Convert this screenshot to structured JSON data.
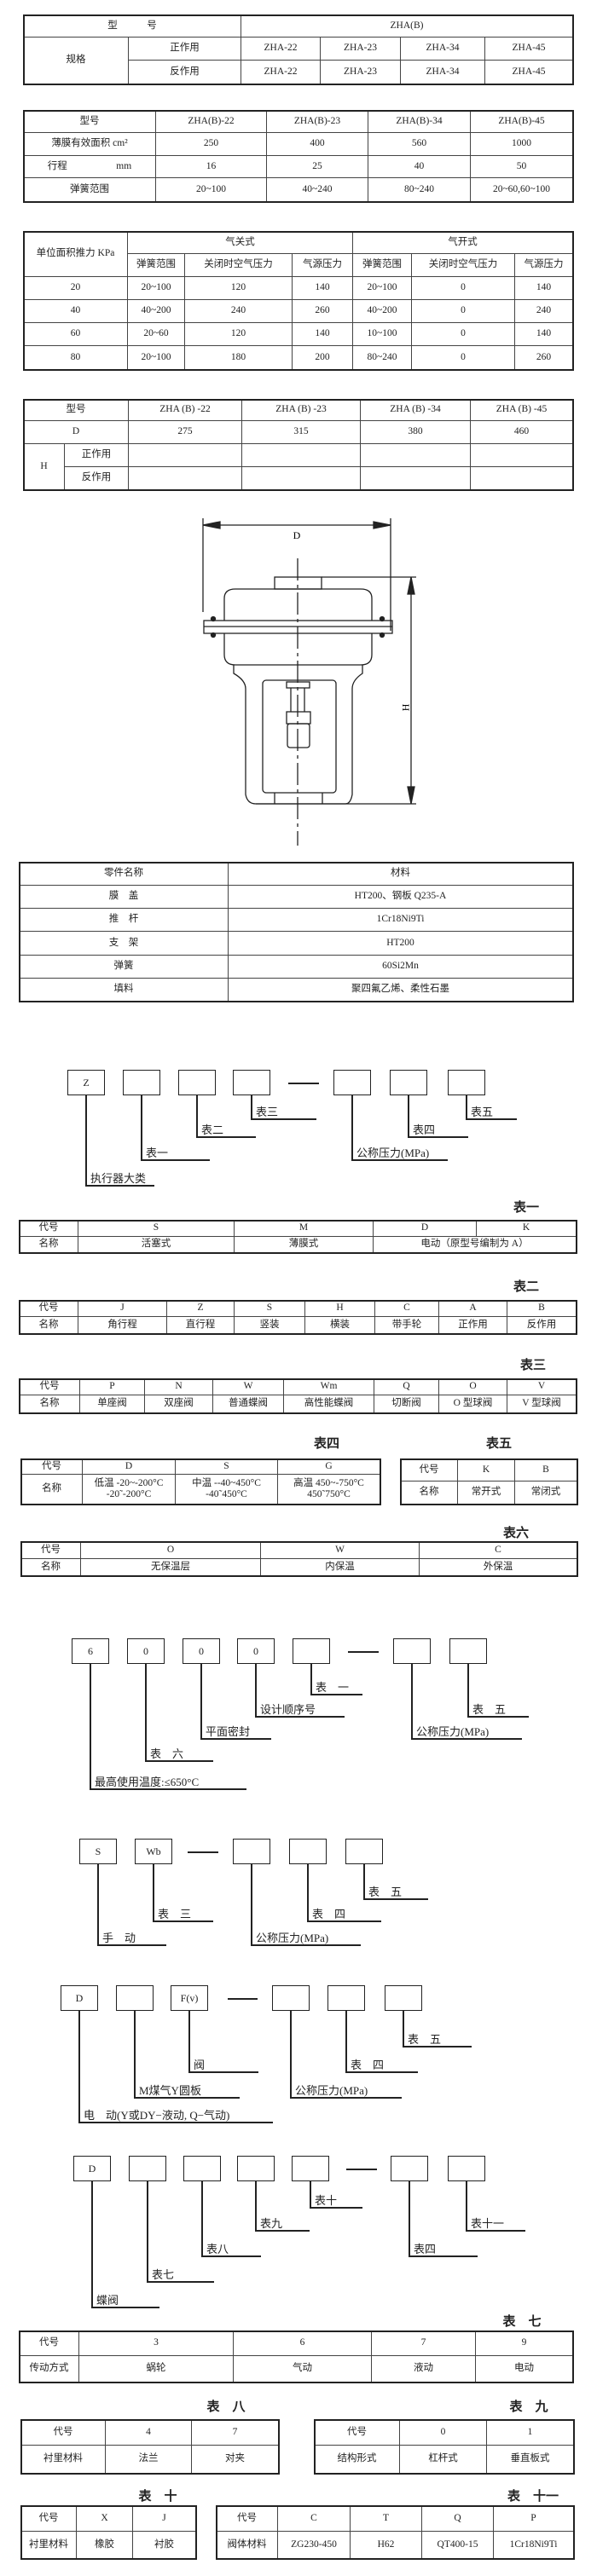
{
  "spec_table": {
    "h_model": "型　　　号",
    "h_series": "ZHA(B)",
    "spec": "规格",
    "direct": "正作用",
    "reverse": "反作用",
    "direct_models": [
      "ZHA-22",
      "ZHA-23",
      "ZHA-34",
      "ZHA-45"
    ],
    "reverse_models": [
      "ZHA-22",
      "ZHA-23",
      "ZHA-34",
      "ZHA-45"
    ]
  },
  "param_table": {
    "header": [
      "型号",
      "ZHA(B)-22",
      "ZHA(B)-23",
      "ZHA(B)-34",
      "ZHA(B)-45"
    ],
    "rows": [
      {
        "label": "薄膜有效面积 cm²",
        "values": [
          "250",
          "400",
          "560",
          "1000"
        ]
      },
      {
        "label": "行程　　　　　mm",
        "values": [
          "16",
          "25",
          "40",
          "50"
        ]
      },
      {
        "label": "弹簧范围",
        "values": [
          "20~100",
          "40~240",
          "80~240",
          "20~60,60~100"
        ]
      }
    ]
  },
  "thrust_table": {
    "h_unit": "单位面积推力 KPa",
    "h_close": "气关式",
    "h_open": "气开式",
    "sub": [
      "弹簧范围",
      "关闭时空气压力",
      "气源压力",
      "弹簧范围",
      "关闭时空气压力",
      "气源压力"
    ],
    "rows": [
      [
        "20",
        "20~100",
        "120",
        "140",
        "20~100",
        "0",
        "140"
      ],
      [
        "40",
        "40~200",
        "240",
        "260",
        "40~200",
        "0",
        "240"
      ],
      [
        "60",
        "20~60",
        "120",
        "140",
        "10~100",
        "0",
        "140"
      ],
      [
        "80",
        "20~100",
        "180",
        "200",
        "80~240",
        "0",
        "260"
      ]
    ]
  },
  "dim_table": {
    "header": [
      "型号",
      "ZHA (B) -22",
      "ZHA (B) -23",
      "ZHA (B) -34",
      "ZHA (B) -45"
    ],
    "d_label": "D",
    "d_values": [
      "275",
      "315",
      "380",
      "460"
    ],
    "h_label": "H",
    "direct": "正作用",
    "reverse": "反作用"
  },
  "drawing": {
    "d": "D",
    "h": "H"
  },
  "material_table": {
    "header": [
      "零件名称",
      "材料"
    ],
    "rows": [
      [
        "膜　盖",
        "HT200、钢板 Q235-A"
      ],
      [
        "推　杆",
        "1Cr18Ni9Ti"
      ],
      [
        "支　架",
        "HT200"
      ],
      [
        "弹簧",
        "60Si2Mn"
      ],
      [
        "填料",
        "聚四氟乙烯、柔性石墨"
      ]
    ]
  },
  "code1": {
    "boxes": [
      "Z",
      "",
      "",
      "",
      "",
      "",
      ""
    ],
    "labels": [
      "执行器大类",
      "表一",
      "表二",
      "表三",
      "公称压力(MPa)",
      "表四",
      "表五"
    ]
  },
  "code2": {
    "boxes": [
      "6",
      "0",
      "0",
      "0",
      "",
      "",
      ""
    ],
    "labels": [
      "最高使用温度:≤650°C",
      "表　六",
      "平面密封",
      "设计顺序号",
      "表　一",
      "公称压力(MPa)",
      "表　五"
    ]
  },
  "code3": {
    "boxes": [
      "S",
      "Wb",
      "",
      "",
      ""
    ],
    "labels": [
      "手　动",
      "表　三",
      "公称压力(MPa)",
      "表　四",
      "表　五"
    ]
  },
  "code4": {
    "boxes": [
      "D",
      "",
      "F(v)",
      "",
      "",
      ""
    ],
    "labels": [
      "电　动(Y或DY−液动, Q−气动)",
      "M煤气Y圆板",
      "阀",
      "公称压力(MPa)",
      "表　四",
      "表　五"
    ]
  },
  "code5": {
    "boxes": [
      "D",
      "",
      "",
      "",
      "",
      "",
      ""
    ],
    "labels": [
      "蝶阀",
      "表七",
      "表八",
      "表九",
      "表十",
      "表四",
      "表十一"
    ]
  },
  "t1": {
    "title": "表一",
    "code_label": "代号",
    "name_label": "名称",
    "codes": [
      "S",
      "M",
      "D",
      "K"
    ],
    "names": [
      "活塞式",
      "薄膜式",
      "电动（原型号编制为 A）"
    ]
  },
  "t2": {
    "title": "表二",
    "code_label": "代号",
    "name_label": "名称",
    "codes": [
      "J",
      "Z",
      "S",
      "H",
      "C",
      "A",
      "B"
    ],
    "names": [
      "角行程",
      "直行程",
      "竖装",
      "横装",
      "带手轮",
      "正作用",
      "反作用"
    ]
  },
  "t3": {
    "title": "表三",
    "code_label": "代号",
    "name_label": "名称",
    "codes": [
      "P",
      "N",
      "W",
      "Wm",
      "Q",
      "O",
      "V"
    ],
    "names": [
      "单座阀",
      "双座阀",
      "普通蝶阀",
      "高性能蝶阀",
      "切断阀",
      "O 型球阀",
      "V 型球阀"
    ]
  },
  "t4": {
    "title": "表四",
    "code_label": "代号",
    "name_label": "名称",
    "codes": [
      "D",
      "S",
      "G"
    ],
    "names": [
      "低温 -20~-200°C\n-20˜-200°C",
      "中温 --40~450°C\n-40˜450°C",
      "高温 450~-750°C\n450˜750°C"
    ]
  },
  "t5": {
    "title": "表五",
    "code_label": "代号",
    "name_label": "名称",
    "codes": [
      "K",
      "B"
    ],
    "names": [
      "常开式",
      "常闭式"
    ]
  },
  "t6": {
    "title": "表六",
    "code_label": "代号",
    "name_label": "名称",
    "codes": [
      "O",
      "W",
      "C"
    ],
    "names": [
      "无保温层",
      "内保温",
      "外保温"
    ]
  },
  "t7": {
    "title": "表　七",
    "code_label": "代号",
    "name_label": "传动方式",
    "codes": [
      "3",
      "6",
      "7",
      "9"
    ],
    "names": [
      "蜗轮",
      "气动",
      "液动",
      "电动"
    ]
  },
  "t8": {
    "title": "表　八",
    "code_label": "代号",
    "name_label": "衬里材料",
    "codes": [
      "4",
      "7"
    ],
    "names": [
      "法兰",
      "对夹"
    ]
  },
  "t9": {
    "title": "表　九",
    "code_label": "代号",
    "name_label": "结构形式",
    "codes": [
      "0",
      "1"
    ],
    "names": [
      "杠杆式",
      "垂直板式"
    ]
  },
  "t10": {
    "title": "表　十",
    "code_label": "代号",
    "name_label": "衬里材料",
    "codes": [
      "X",
      "J"
    ],
    "names": [
      "橡胶",
      "衬胶"
    ]
  },
  "t11": {
    "title": "表　十一",
    "code_label": "代号",
    "name_label": "阀体材料",
    "codes": [
      "C",
      "T",
      "Q",
      "P"
    ],
    "names": [
      "ZG230-450",
      "H62",
      "QT400-15",
      "1Cr18Ni9Ti"
    ]
  }
}
